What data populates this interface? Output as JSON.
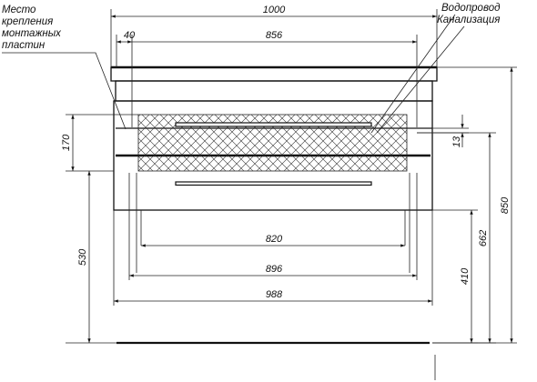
{
  "labels": {
    "mounting": [
      "Место",
      "крепления",
      "монтажных",
      "пластин"
    ],
    "water": "Водопровод",
    "sewer": "Канализация"
  },
  "dimensions": {
    "total_width": "1000",
    "offset": "40",
    "inner_width": "856",
    "drawer_width": "820",
    "body_width": "896",
    "base_width": "988",
    "hatch_height": "170",
    "mount_height": "530",
    "gap": "13",
    "height_410": "410",
    "height_662": "662",
    "total_height": "850"
  },
  "colors": {
    "line": "#111111",
    "background": "#ffffff"
  }
}
